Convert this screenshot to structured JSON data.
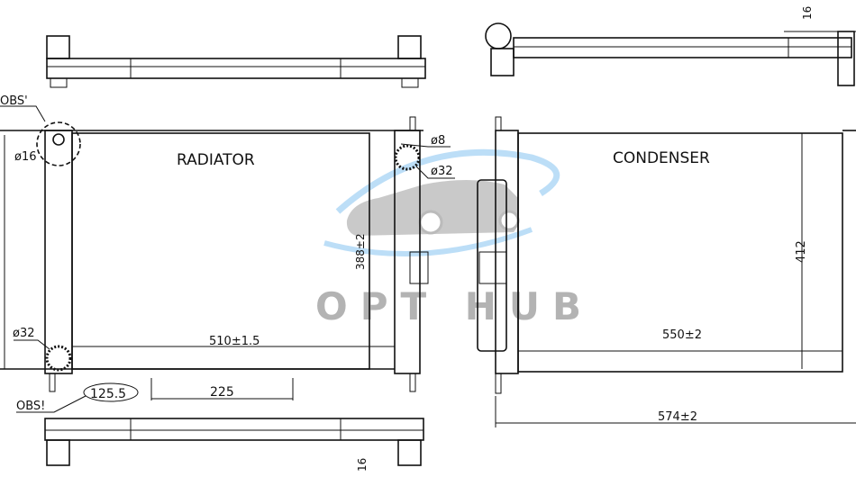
{
  "radiator": {
    "title": "RADIATOR",
    "obs_top": "OBS'",
    "obs_bottom": "OBS!",
    "dia_inlet": "ø16",
    "dia_small": "ø8",
    "dia_right": "ø32",
    "dia_left": "ø32",
    "height_dim": "388±2",
    "width_dim": "510±1.5",
    "offset_dim": "125.5",
    "spacing_dim": "225",
    "depth_dim": "16"
  },
  "condenser": {
    "title": "CONDENSER",
    "height_dim": "412",
    "core_width_dim": "550±2",
    "overall_width_dim": "574±2",
    "depth_dim": "16"
  },
  "watermark": {
    "text": "OPT HUB",
    "color": "#4aa8e8"
  }
}
